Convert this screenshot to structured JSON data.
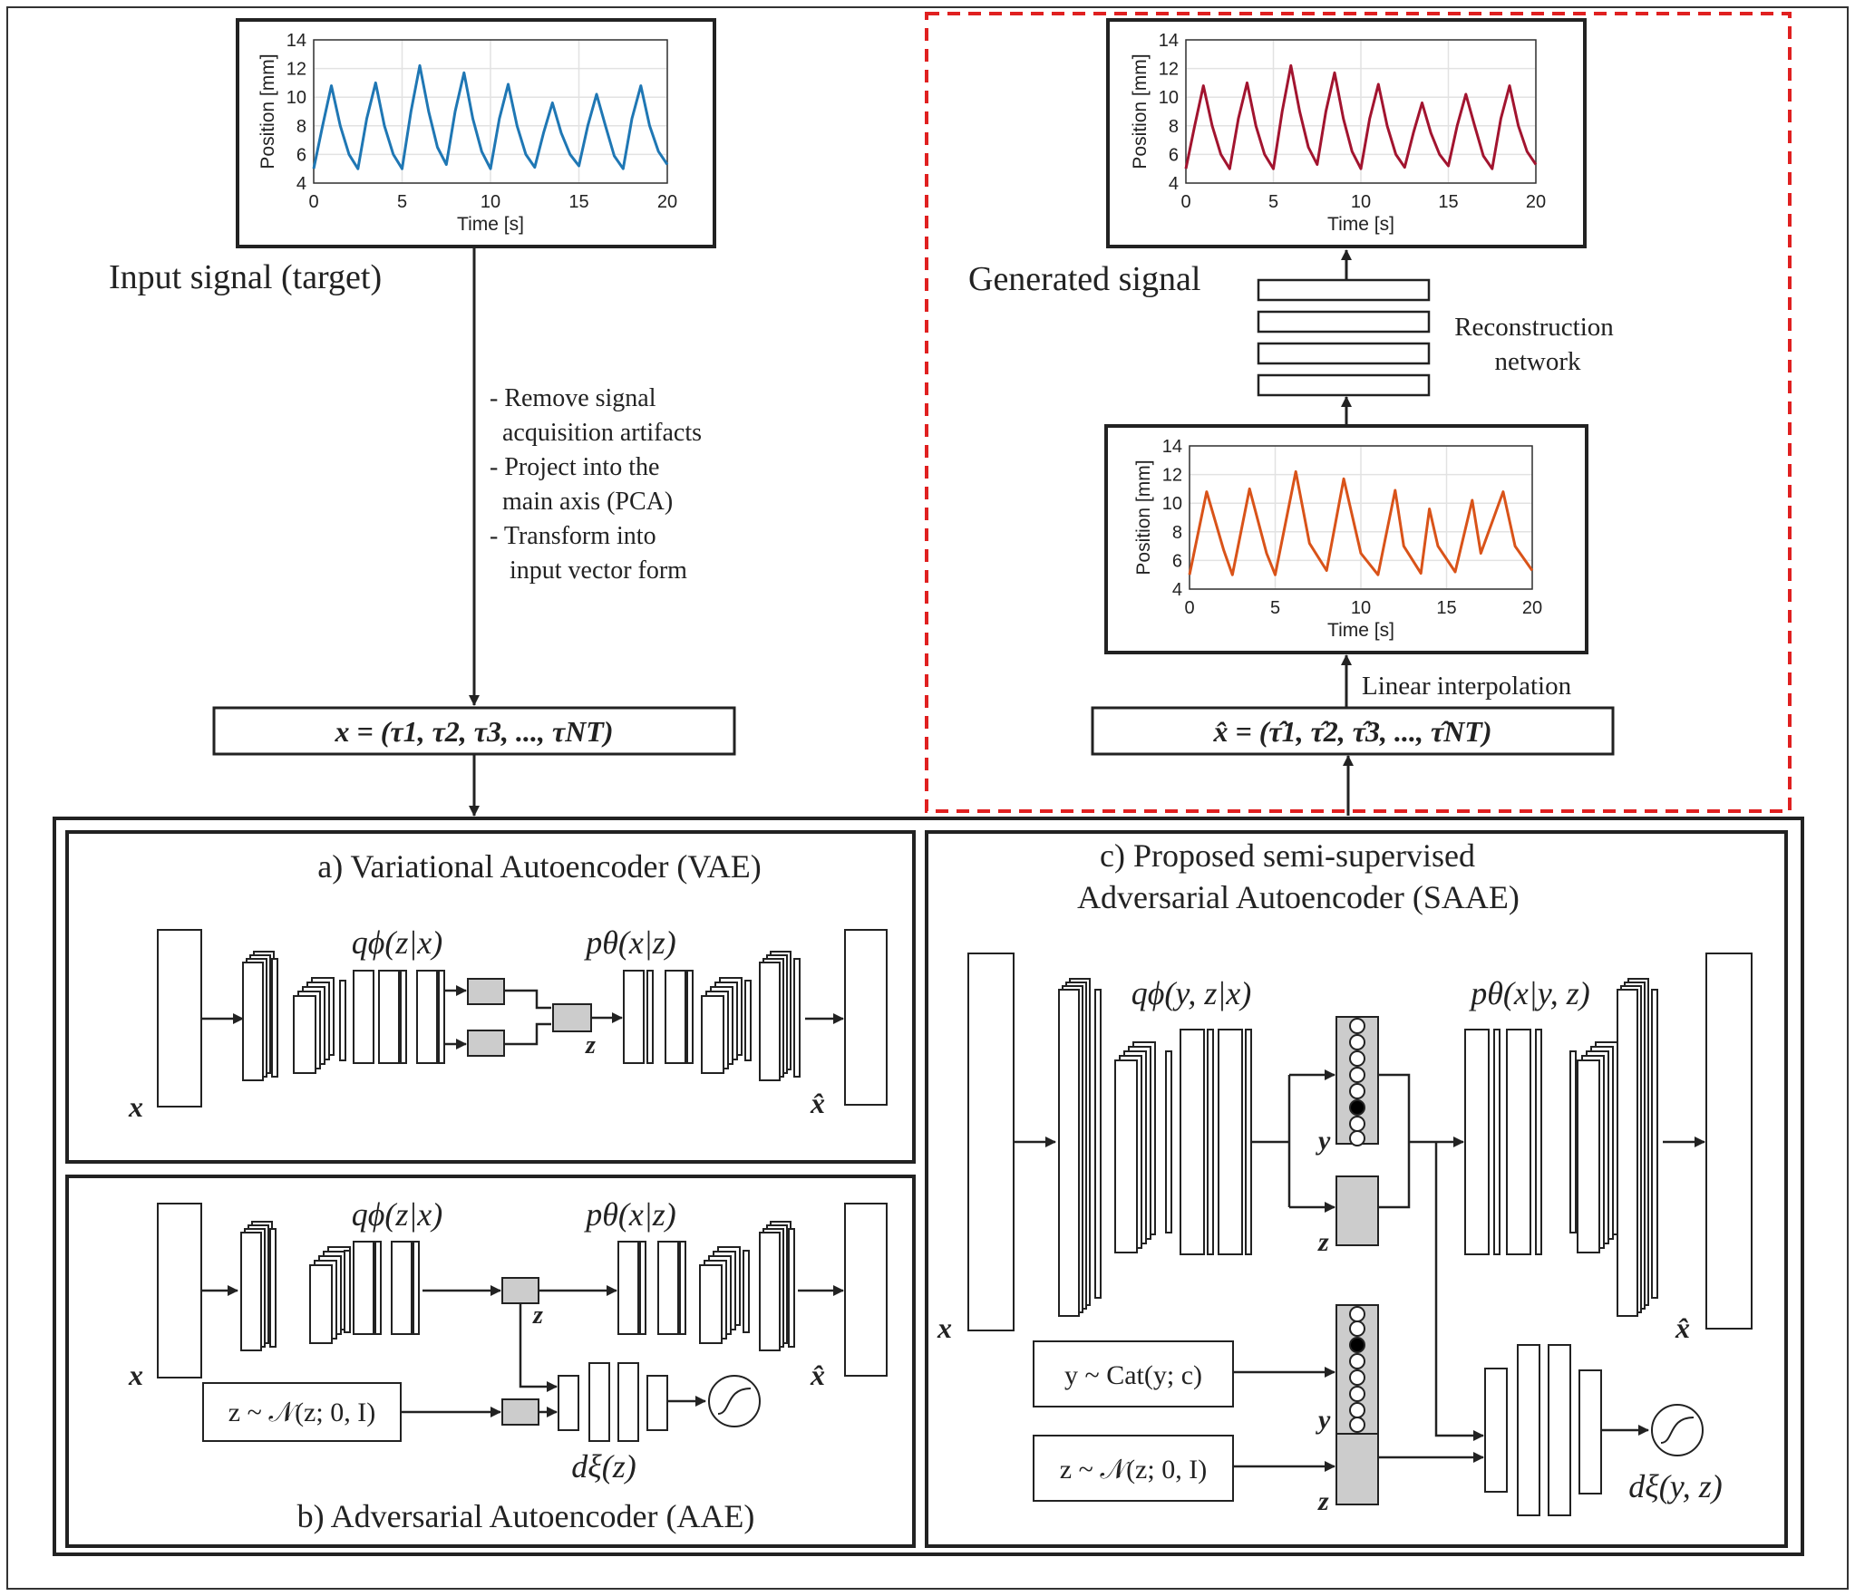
{
  "input_panel": {
    "caption": "Input signal (target)",
    "chart": {
      "xlabel": "Time [s]",
      "ylabel": "Position [mm]",
      "xticks": [
        "0",
        "5",
        "10",
        "15",
        "20"
      ],
      "yticks": [
        "4",
        "6",
        "8",
        "10",
        "12",
        "14"
      ]
    }
  },
  "preprocessing_steps": [
    "- Remove signal",
    "acquisition artifacts",
    "- Project into the",
    "main axis (PCA)",
    "- Transform into",
    "input vector form"
  ],
  "input_vector_label": "x = (τ1, τ2, τ3, ..., τNT)",
  "generated_panel": {
    "caption": "Generated signal",
    "chart": {
      "xlabel": "Time [s]",
      "ylabel": "Position [mm]",
      "xticks": [
        "0",
        "5",
        "10",
        "15",
        "20"
      ],
      "yticks": [
        "4",
        "6",
        "8",
        "10",
        "12",
        "14"
      ]
    }
  },
  "reconstruction_label": [
    "Reconstruction",
    "network"
  ],
  "interp_chart": {
    "xlabel": "Time [s]",
    "ylabel": "Position [mm]",
    "xticks": [
      "0",
      "5",
      "10",
      "15",
      "20"
    ],
    "yticks": [
      "4",
      "6",
      "8",
      "10",
      "12",
      "14"
    ]
  },
  "linear_interp_label": "Linear interpolation",
  "output_vector_label": "x̂ = (τ̂1, τ̂2, τ̂3, ..., τ̂NT)",
  "vae": {
    "title": "a) Variational Autoencoder (VAE)",
    "encoder_label": "qϕ(z|x)",
    "decoder_label": "pθ(x|z)",
    "z_label": "z",
    "x_label": "x",
    "xhat_label": "x̂"
  },
  "aae": {
    "title": "b) Adversarial Autoencoder (AAE)",
    "encoder_label": "qϕ(z|x)",
    "decoder_label": "pθ(x|z)",
    "prior_label": "z ~ 𝒩(z; 0, I)",
    "disc_label": "dξ(z)",
    "z_label": "z",
    "x_label": "x",
    "xhat_label": "x̂"
  },
  "saae": {
    "title": [
      "c) Proposed semi-supervised",
      "Adversarial Autoencoder (SAAE)"
    ],
    "encoder_label": "qϕ(y, z|x)",
    "decoder_label": "pθ(x|y, z)",
    "cat_prior_label": "y ~ Cat(y; c)",
    "gauss_prior_label": "z ~ 𝒩(z; 0, I)",
    "disc_label": "dξ(y, z)",
    "y_label": "y",
    "z_label": "z",
    "x_label": "x",
    "xhat_label": "x̂"
  },
  "chart_data": [
    {
      "type": "line",
      "name": "input",
      "color": "#1f77b4",
      "xlim": [
        0,
        20
      ],
      "ylim": [
        4,
        14
      ],
      "grid": true,
      "xlabel": "Time [s]",
      "ylabel": "Position [mm]",
      "x": [
        0,
        0.5,
        1,
        1.5,
        2,
        2.5,
        3,
        3.5,
        4,
        4.5,
        5,
        5.5,
        6,
        6.5,
        7,
        7.5,
        8,
        8.5,
        9,
        9.5,
        10,
        10.5,
        11,
        11.5,
        12,
        12.5,
        13,
        13.5,
        14,
        14.5,
        15,
        15.5,
        16,
        16.5,
        17,
        17.5,
        18,
        18.5,
        19,
        19.5,
        20
      ],
      "y": [
        5,
        8,
        10.8,
        8,
        6,
        5,
        8.5,
        11,
        8,
        6,
        5,
        9,
        12.2,
        9,
        6.5,
        5.3,
        9,
        11.7,
        8.5,
        6.2,
        5,
        8.5,
        10.9,
        8,
        6,
        5.1,
        7.5,
        9.6,
        7.5,
        6,
        5.2,
        8,
        10.2,
        8,
        5.9,
        5,
        8.5,
        10.8,
        8,
        6.2,
        5.3
      ]
    },
    {
      "type": "line",
      "name": "generated",
      "color": "#a2142f",
      "xlim": [
        0,
        20
      ],
      "ylim": [
        4,
        14
      ],
      "grid": true,
      "xlabel": "Time [s]",
      "ylabel": "Position [mm]",
      "x": [
        0,
        0.5,
        1,
        1.5,
        2,
        2.5,
        3,
        3.5,
        4,
        4.5,
        5,
        5.5,
        6,
        6.5,
        7,
        7.5,
        8,
        8.5,
        9,
        9.5,
        10,
        10.5,
        11,
        11.5,
        12,
        12.5,
        13,
        13.5,
        14,
        14.5,
        15,
        15.5,
        16,
        16.5,
        17,
        17.5,
        18,
        18.5,
        19,
        19.5,
        20
      ],
      "y": [
        5,
        8,
        10.8,
        8,
        6,
        5,
        8.5,
        11,
        8,
        6,
        5,
        9,
        12.2,
        9,
        6.5,
        5.3,
        9,
        11.7,
        8.5,
        6.2,
        5,
        8.5,
        10.9,
        8,
        6,
        5.1,
        7.5,
        9.6,
        7.5,
        6,
        5.2,
        8,
        10.2,
        8,
        5.9,
        5,
        8.5,
        10.8,
        8,
        6.2,
        5.3
      ]
    },
    {
      "type": "line",
      "name": "interpolated",
      "color": "#d95319",
      "xlim": [
        0,
        20
      ],
      "ylim": [
        4,
        14
      ],
      "grid": true,
      "xlabel": "Time [s]",
      "ylabel": "Position [mm]",
      "x": [
        0,
        1,
        2,
        2.5,
        3.5,
        4.5,
        5,
        6.2,
        7,
        8,
        9,
        10,
        11,
        12,
        12.5,
        13.5,
        14,
        14.5,
        15.5,
        16.5,
        17,
        18.3,
        19,
        20
      ],
      "y": [
        5,
        10.8,
        6.7,
        5,
        11,
        6.5,
        5,
        12.2,
        7.2,
        5.3,
        11.7,
        6.5,
        5,
        10.9,
        7,
        5.1,
        9.6,
        7,
        5.2,
        10.2,
        6.5,
        10.8,
        7,
        5.3
      ]
    }
  ]
}
